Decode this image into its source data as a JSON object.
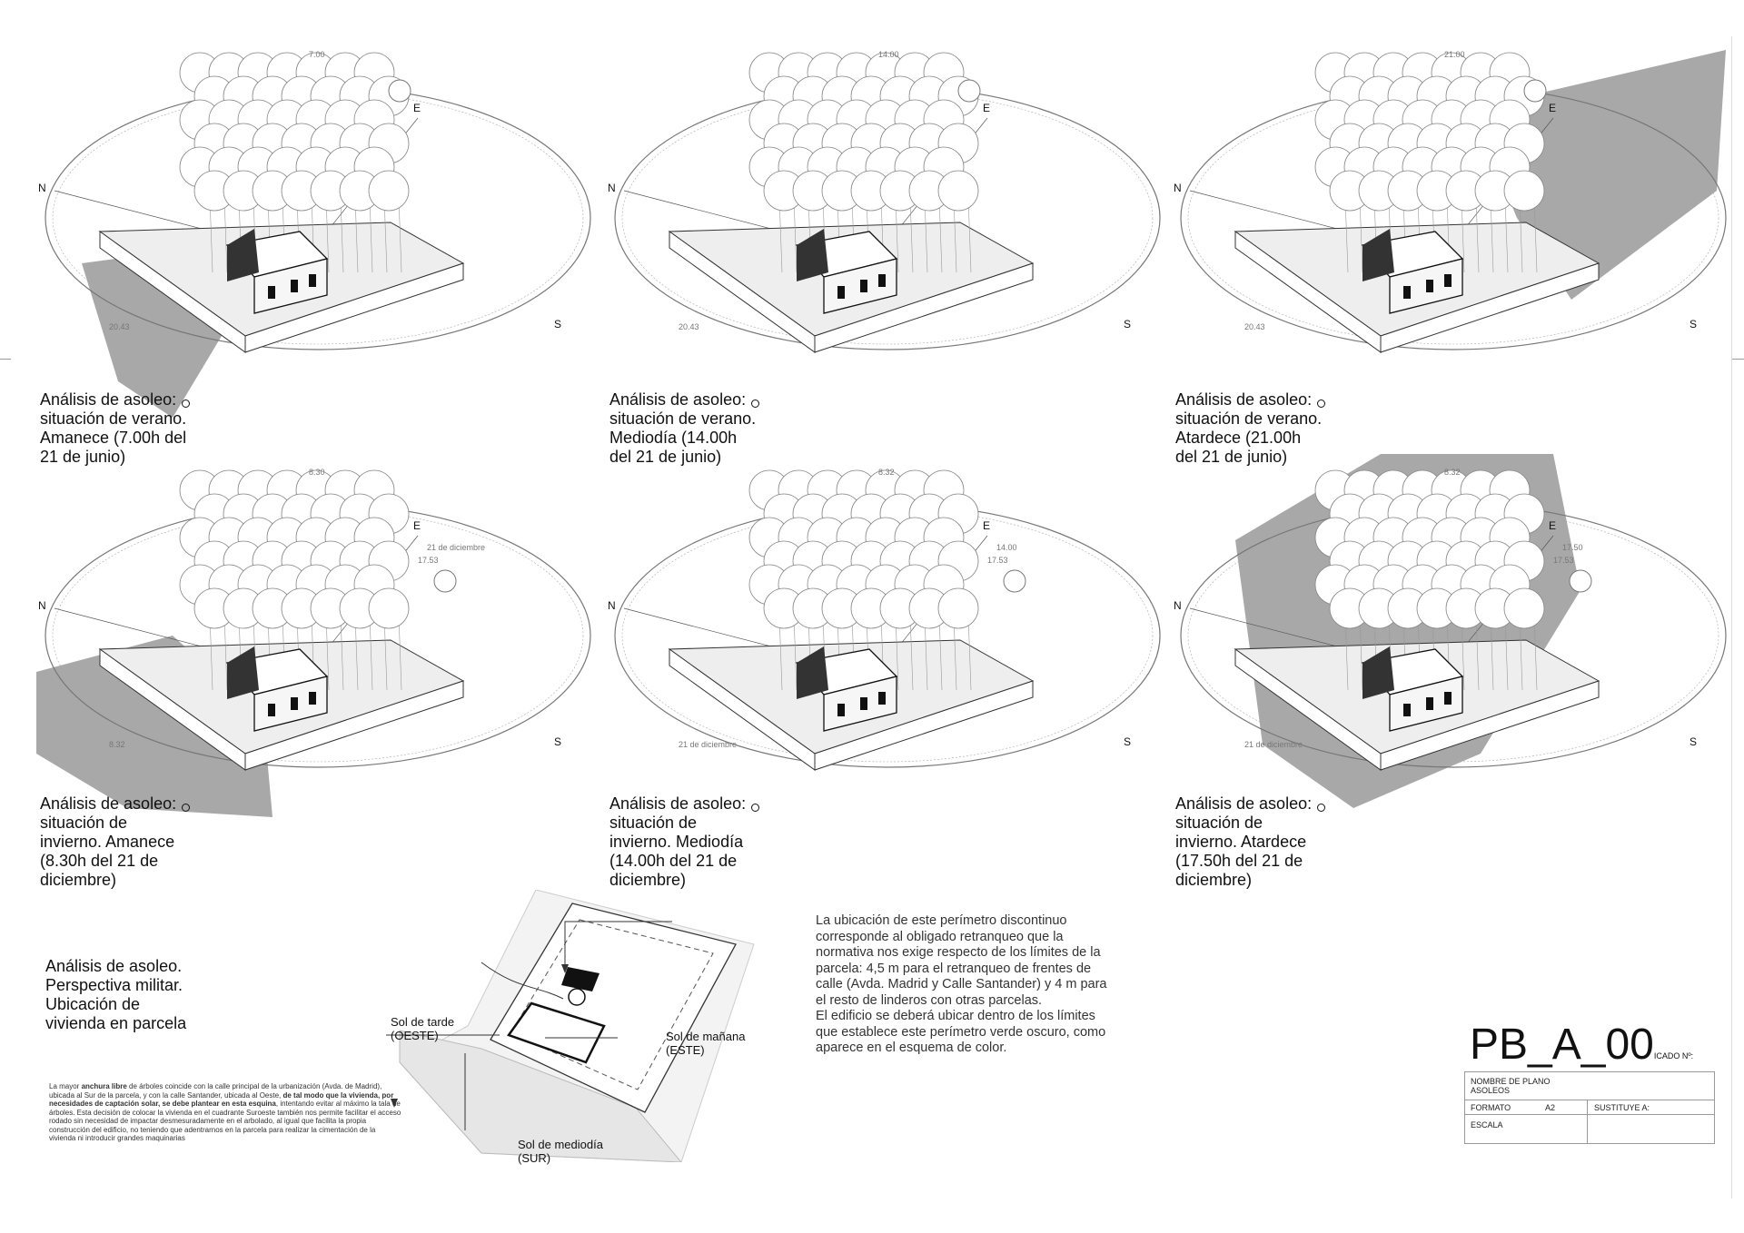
{
  "sheet": {
    "code_big": "PB_A_00",
    "code_suffix": "ICADO Nº:",
    "plan_name_label": "NOMBRE DE PLANO",
    "plan_name_value": "ASOLEOS",
    "format_label": "FORMATO",
    "format_value": "A2",
    "replaces_label": "SUSTITUYE A:",
    "scale_label": "ESCALA"
  },
  "panels": [
    {
      "caption": "Análisis de asoleo:\nsituación de verano.\nAmanece (7.00h del\n21 de junio)",
      "times": [
        "7.00",
        "20.43"
      ],
      "compass": {
        "n": "N",
        "e": "E",
        "s": "S"
      }
    },
    {
      "caption": "Análisis de asoleo:\nsituación de verano.\nMediodía (14.00h\ndel 21 de junio)",
      "times": [
        "14.00",
        "20.43"
      ],
      "compass": {
        "n": "N",
        "e": "E",
        "s": "S"
      }
    },
    {
      "caption": "Análisis de asoleo:\nsituación de verano.\nAtardece (21.00h\ndel 21 de junio)",
      "times": [
        "21.00",
        "20.43"
      ],
      "compass": {
        "n": "N",
        "e": "E",
        "s": "S"
      }
    },
    {
      "caption": "Análisis de asoleo:\nsituación de\ninvierno. Amanece\n(8.30h del 21 de\ndiciembre)",
      "times": [
        "8.30",
        "8.32",
        "21 de diciembre",
        "17.53"
      ],
      "compass": {
        "n": "N",
        "e": "E",
        "s": "S"
      }
    },
    {
      "caption": "Análisis de asoleo:\nsituación de\ninvierno. Mediodía\n(14.00h del 21 de\ndiciembre)",
      "times": [
        "8.32",
        "21 de diciembre",
        "14.00",
        "17.53"
      ],
      "compass": {
        "n": "N",
        "e": "E",
        "s": "S"
      }
    },
    {
      "caption": "Análisis de asoleo:\nsituación de\ninvierno. Atardece\n(17.50h del 21 de\ndiciembre)",
      "times": [
        "8.32",
        "21 de diciembre",
        "17.50",
        "17.53"
      ],
      "compass": {
        "n": "N",
        "e": "E",
        "s": "S"
      }
    }
  ],
  "military": {
    "caption": "Análisis de asoleo.\nPerspectiva militar.\nUbicación de\nvivienda en parcela",
    "sun_west": "Sol de tarde\n(OESTE)",
    "sun_east": "Sol de mañana\n(ESTE)",
    "sun_south": "Sol de mediodía\n(SUR)",
    "note": "La ubicación de este perímetro discontinuo\ncorresponde al obligado retranqueo que la\nnormativa nos exige respecto de los límites de la\nparcela: 4,5 m para el retranqueo de frentes de\ncalle (Avda. Madrid y Calle Santander) y 4 m para\nel resto de linderos con otras parcelas.\nEl edificio se deberá ubicar dentro de los límites\nque establece este perímetro verde oscuro, como\naparece en el esquema de color.",
    "small_note_parts": [
      "La mayor ",
      "anchura libre",
      " de árboles coincide con la calle principal de la urbanización (Avda. de Madrid), ubicada al Sur de la parcela, y con la calle Santander, ubicada al Oeste, ",
      "de tal modo que la vivienda, por necesidades de captación solar, se debe plantear en esta esquina",
      ", intentando evitar al máximo la tala de árboles. Esta decisión de colocar la vivienda en el cuadrante Suroeste también nos permite facilitar el acceso rodado sin necesidad de impactar desmesuradamente en el arbolado, al igual que facilita la propia construcción del edificio, no teniendo que adentrarnos en la parcela para realizar la cimentación de la vivienda ni introducir grandes maquinarias"
    ]
  },
  "colors": {
    "shadow": "#a8a8a8",
    "line": "#444444",
    "dark": "#1a1a1a"
  }
}
